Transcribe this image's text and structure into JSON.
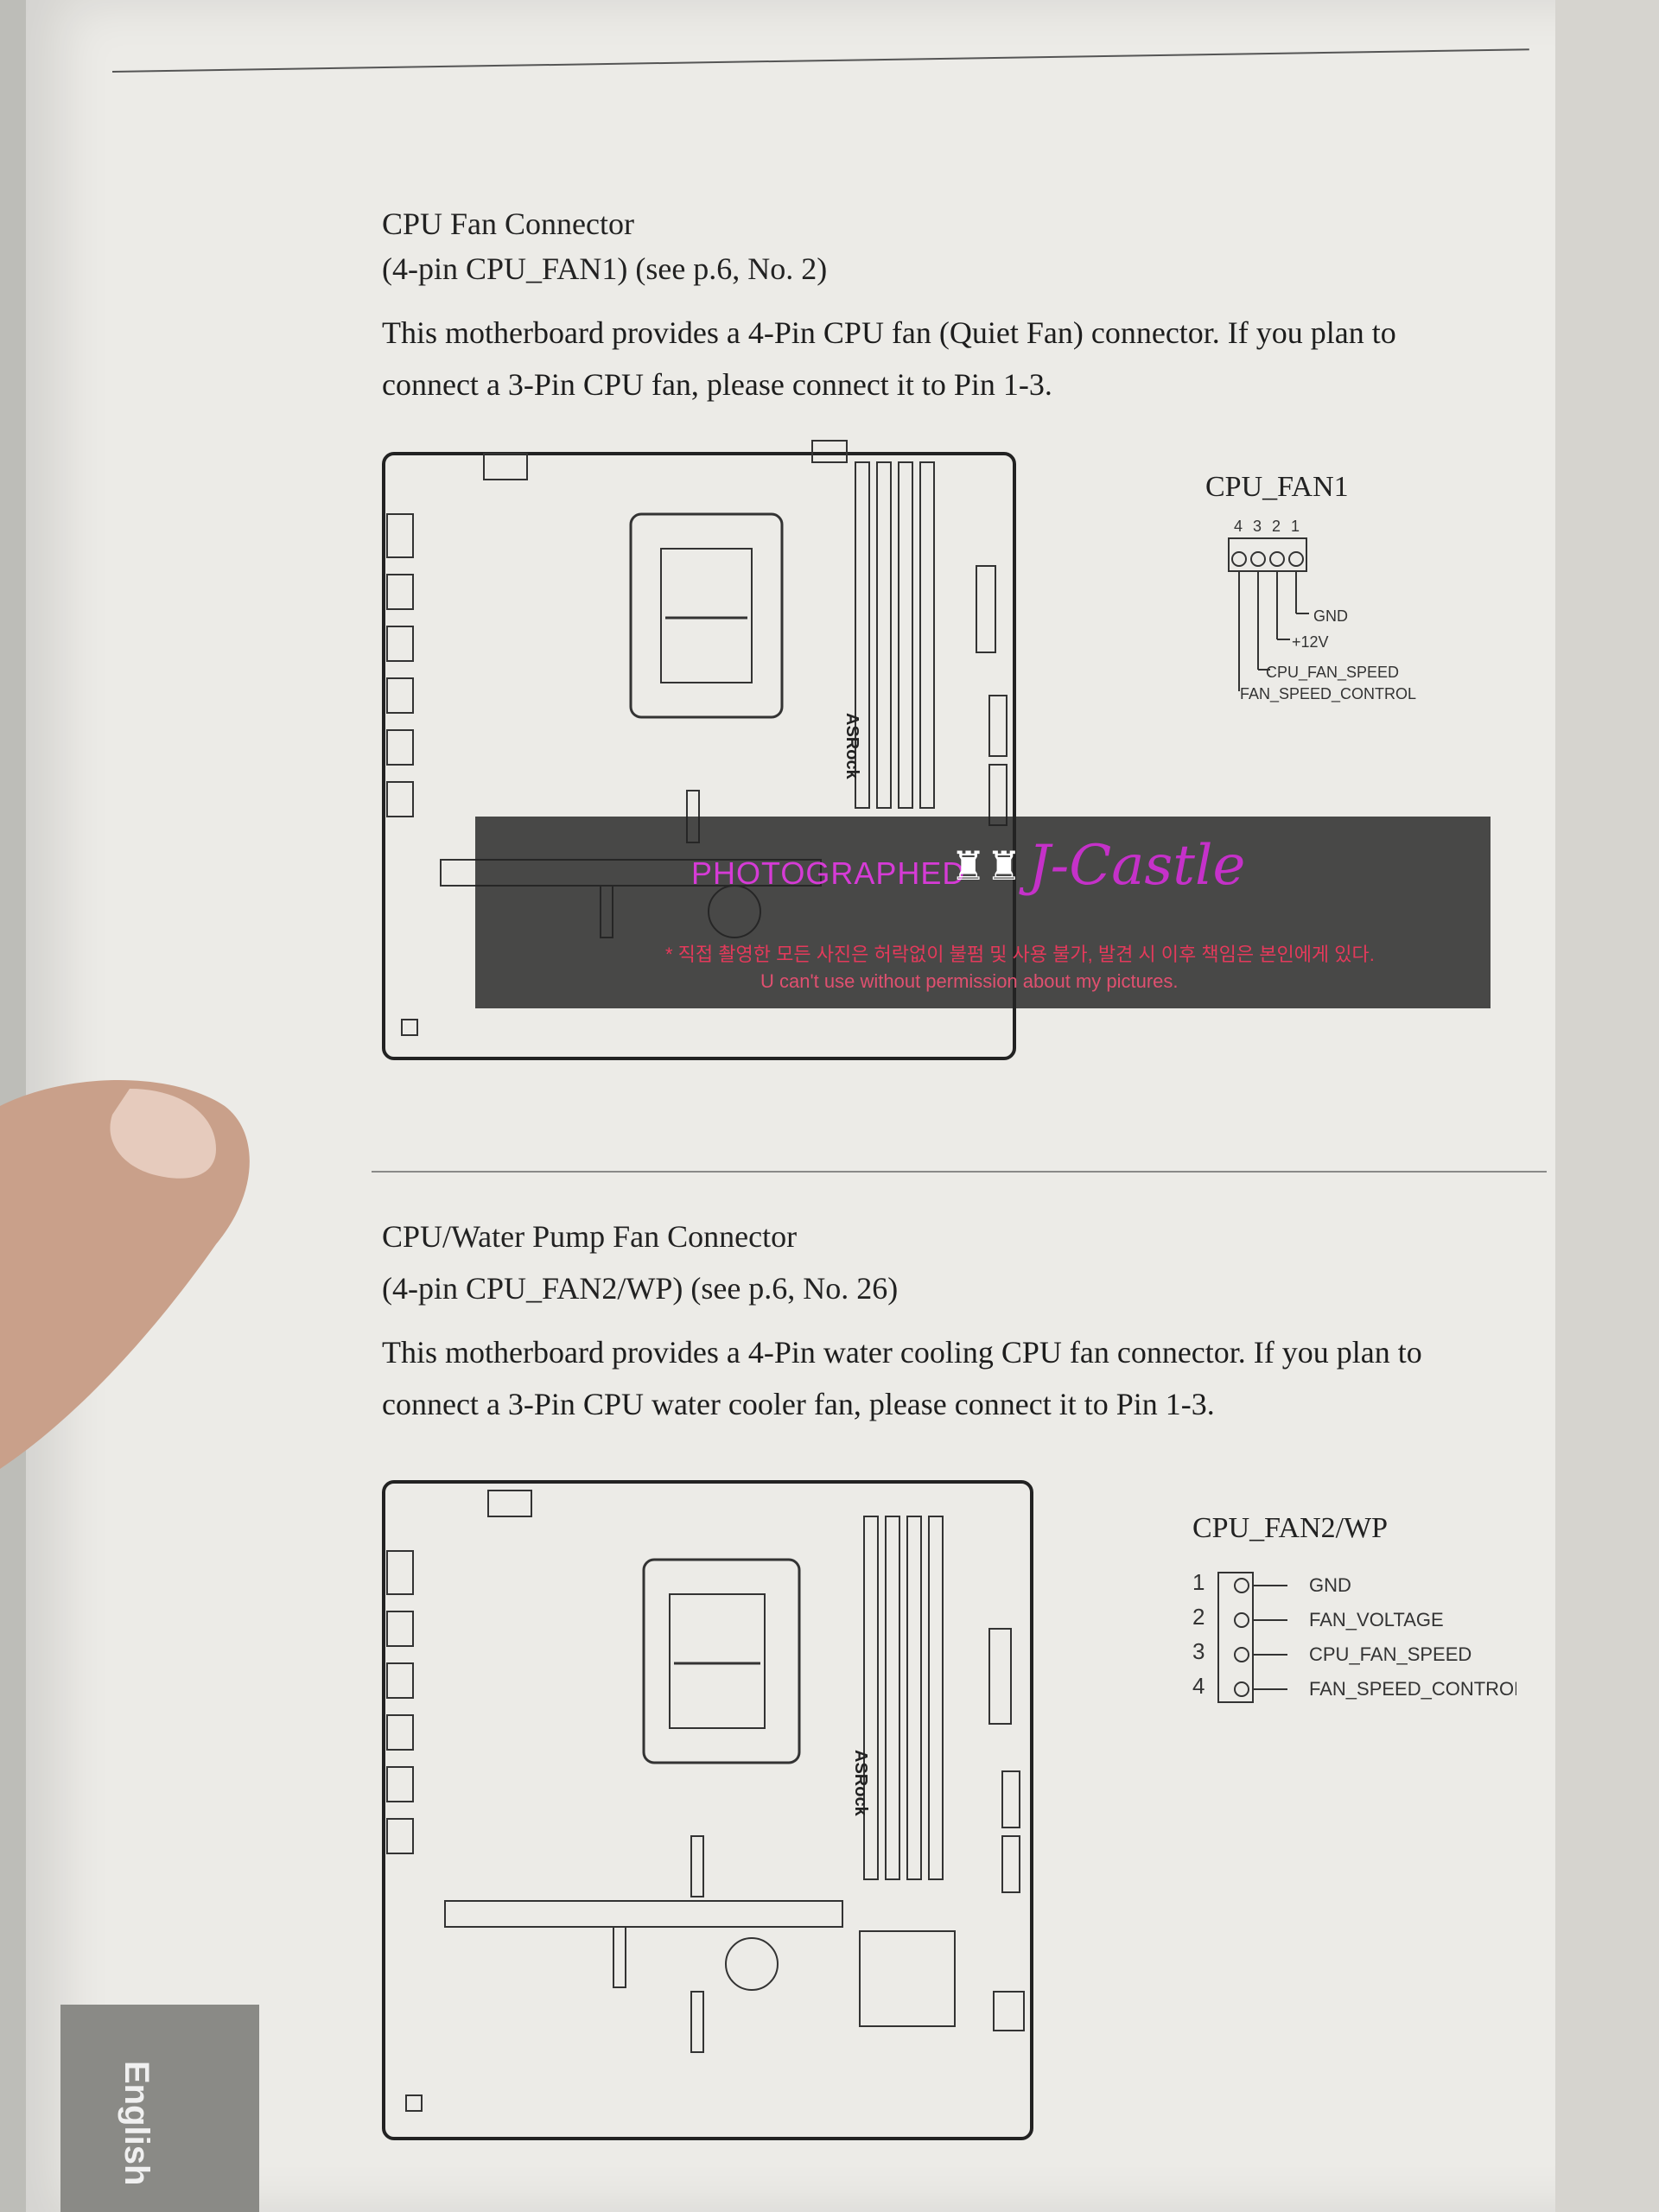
{
  "section1": {
    "title": "CPU Fan Connector",
    "subtitle": "(4-pin CPU_FAN1) (see p.6, No. 2)",
    "body": "This motherboard provides a 4-Pin CPU fan (Quiet Fan) connector. If you plan to connect a 3-Pin CPU fan, please connect it to Pin 1-3.",
    "diagram": {
      "title": "CPU_FAN1",
      "pin_numbers": [
        "4",
        "3",
        "2",
        "1"
      ],
      "labels": [
        "GND",
        "+12V",
        "CPU_FAN_SPEED",
        "FAN_SPEED_CONTROL"
      ]
    }
  },
  "section2": {
    "title": "CPU/Water Pump Fan Connector",
    "subtitle": "(4-pin CPU_FAN2/WP) (see p.6, No. 26)",
    "body": "This motherboard provides a 4-Pin water cooling CPU fan connector. If you plan to connect a 3-Pin CPU water cooler fan, please connect it to Pin 1-3.",
    "diagram": {
      "title": "CPU_FAN2/WP",
      "pin_numbers": [
        "1",
        "2",
        "3",
        "4"
      ],
      "labels": [
        "GND",
        "FAN_VOLTAGE",
        "CPU_FAN_SPEED",
        "FAN_SPEED_CONTROL"
      ]
    }
  },
  "board_brand": "ASRock",
  "watermark": {
    "title": "PHOTOGRAPHED",
    "logo": "J-Castle",
    "korean": "* 직접 촬영한 모든 사진은 허락없이 불펌 및 사용 불가, 발견 시 이후 책임은 본인에게 있다.",
    "english": "U can't use without permission about my pictures."
  },
  "side_tab": "English"
}
